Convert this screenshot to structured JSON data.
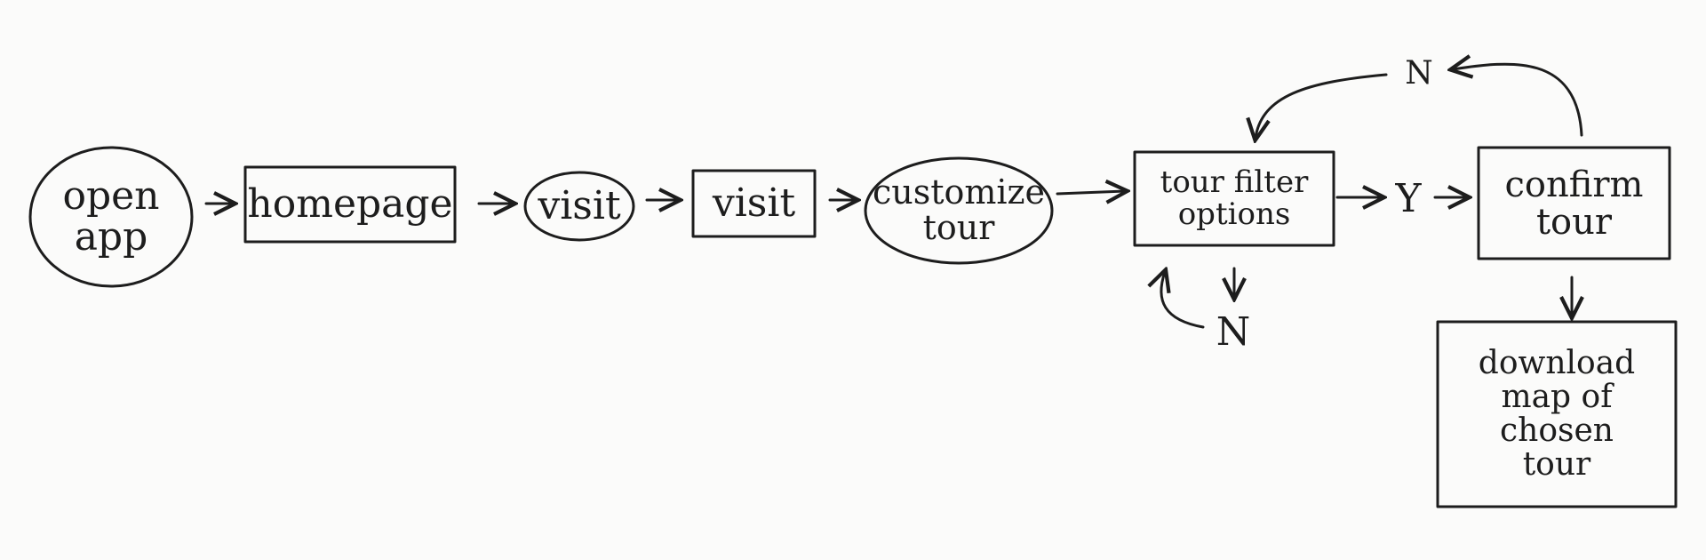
{
  "diagram": {
    "colors": {
      "ink": "#1d1d1d",
      "paper": "#fbfbfa"
    },
    "nodes": {
      "open_app": {
        "text": "open\napp",
        "shape": "circle"
      },
      "homepage": {
        "text": "homepage",
        "shape": "rectangle"
      },
      "visit_oval": {
        "text": "visit",
        "shape": "oval"
      },
      "visit_box": {
        "text": "visit",
        "shape": "rectangle"
      },
      "customize_tour": {
        "text": "customize\ntour",
        "shape": "oval"
      },
      "tour_filter_options": {
        "text": "tour filter\noptions",
        "shape": "rectangle"
      },
      "confirm_tour": {
        "text": "confirm\ntour",
        "shape": "rectangle"
      },
      "download_map": {
        "text": "download\nmap of\nchosen\ntour",
        "shape": "rectangle"
      }
    },
    "labels": {
      "yes": "Y",
      "no_filter": "N",
      "no_confirm": "N"
    },
    "edges": [
      {
        "from": "open app",
        "to": "homepage"
      },
      {
        "from": "homepage",
        "to": "visit"
      },
      {
        "from": "visit",
        "to": "visit"
      },
      {
        "from": "visit",
        "to": "customize tour"
      },
      {
        "from": "customize tour",
        "to": "tour filter options"
      },
      {
        "from": "tour filter options",
        "to": "Y"
      },
      {
        "from": "Y",
        "to": "confirm tour"
      },
      {
        "from": "tour filter options",
        "to": "N",
        "kind": "loop back"
      },
      {
        "from": "confirm tour",
        "to": "tour filter options",
        "label": "N"
      },
      {
        "from": "confirm tour",
        "to": "download map of chosen tour"
      }
    ]
  }
}
